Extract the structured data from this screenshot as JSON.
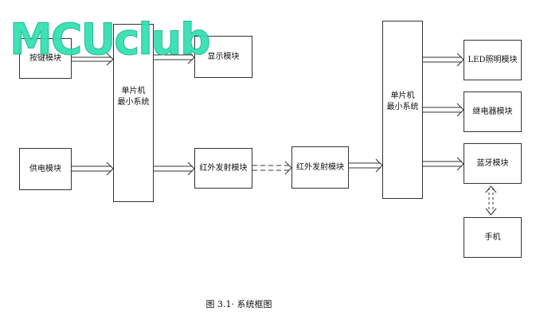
{
  "diagram": {
    "modules": {
      "key_module": "按键模块",
      "power_module": "供电模块",
      "mcu_left": "单片机\n最小系统",
      "display_module": "显示模块",
      "ir_tx_left": "红外发射模块",
      "ir_rx_module": "红外发射模块",
      "mcu_right": "单片机\n最小系统",
      "led_module": "LED照明模块",
      "relay_module": "继电器模块",
      "bluetooth_module": "蓝牙模块",
      "phone": "手机"
    },
    "caption": "图 3.1· 系统框图"
  },
  "watermark": "MCUclub"
}
